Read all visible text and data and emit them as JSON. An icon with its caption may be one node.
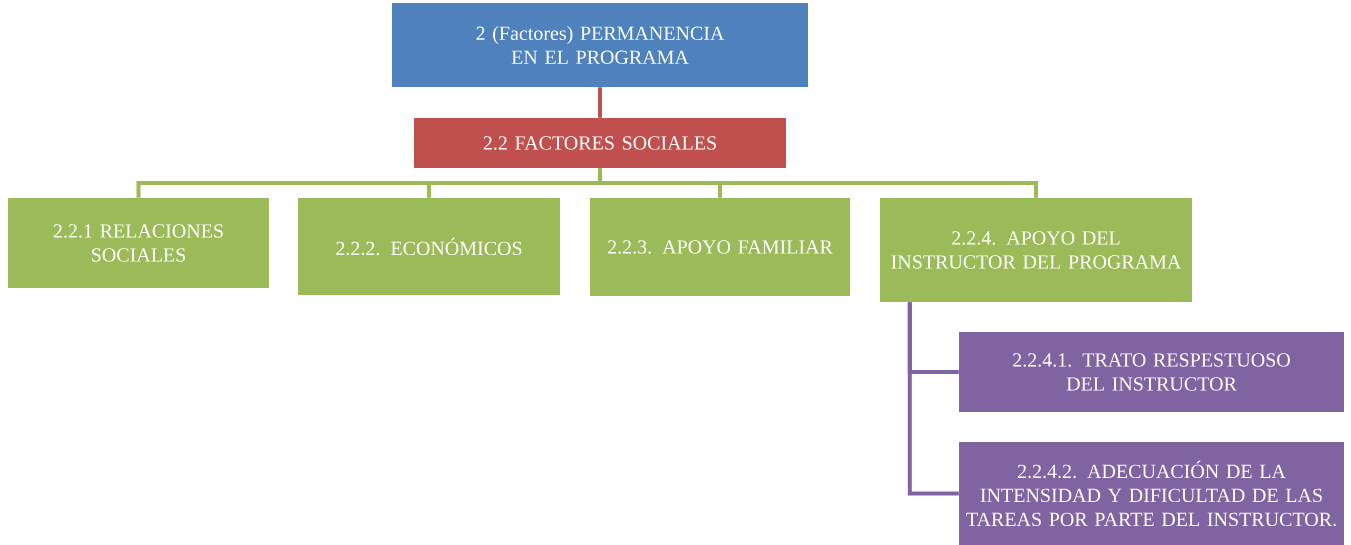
{
  "diagram": {
    "nodes": [
      {
        "text": [
          "2 (Factores) PERMANENCIA EN  EL PROGRAMA"
        ]
      },
      {
        "text": [
          "2.2 FACTORES SOCIALES"
        ]
      },
      {
        "text": [
          "2.2.1 RELACIONES SOCIALES"
        ]
      },
      {
        "text": [
          "2.2.2. ECONÓMICOS"
        ]
      },
      {
        "text": [
          "2.2.3. APOYO FAMILIAR"
        ]
      },
      {
        "text": [
          "2.2.4. APOYO DEL INSTRUCTOR DEL PROGRAMA"
        ]
      },
      {
        "text": [
          "2.2.4.1. TRATO RESPESTUOSO DEL INSTRUCTOR"
        ]
      },
      {
        "text": [
          "2.2.4.2. ADECUACIÓN DE LA INTENSIDAD Y DIFICULTAD DE LAS TAREAS POR PARTE DEL INSTRUCTOR."
        ]
      }
    ],
    "edges": [
      {
        "from": 0,
        "to": 1,
        "arrow": "none",
        "color": "#c0504d"
      },
      {
        "from": 1,
        "to": 2,
        "arrow": "none"
      },
      {
        "from": 1,
        "to": 3,
        "arrow": "none"
      },
      {
        "from": 1,
        "to": 4,
        "arrow": "none"
      },
      {
        "from": 1,
        "to": 5,
        "arrow": "none"
      },
      {
        "from": 5,
        "to": 6,
        "arrow": "none",
        "color": "#8064a2"
      },
      {
        "from": 5,
        "to": 7,
        "arrow": "none",
        "color": "#8064a2"
      }
    ]
  }
}
